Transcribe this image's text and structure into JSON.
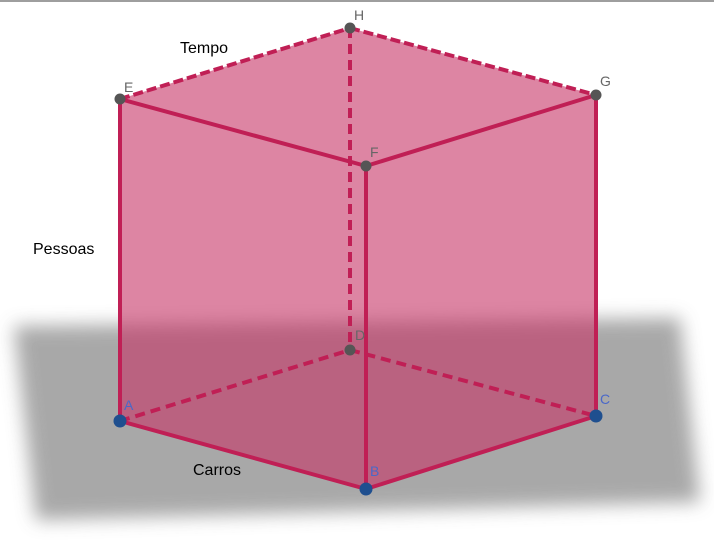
{
  "diagram": {
    "axis_labels": {
      "vertical": "Pessoas",
      "depth": "Tempo",
      "horizontal": "Carros"
    },
    "vertices": {
      "A": "A",
      "B": "B",
      "C": "C",
      "D": "D",
      "E": "E",
      "F": "F",
      "G": "G",
      "H": "H"
    }
  },
  "colors": {
    "face_fill": "#c63366",
    "edge": "#c01f55",
    "base_vertex": "#1f4f8f",
    "base_vertex_label": "#4a68c8",
    "top_vertex": "#555555",
    "top_vertex_label": "#666666",
    "plane": "#9a9a9a"
  }
}
